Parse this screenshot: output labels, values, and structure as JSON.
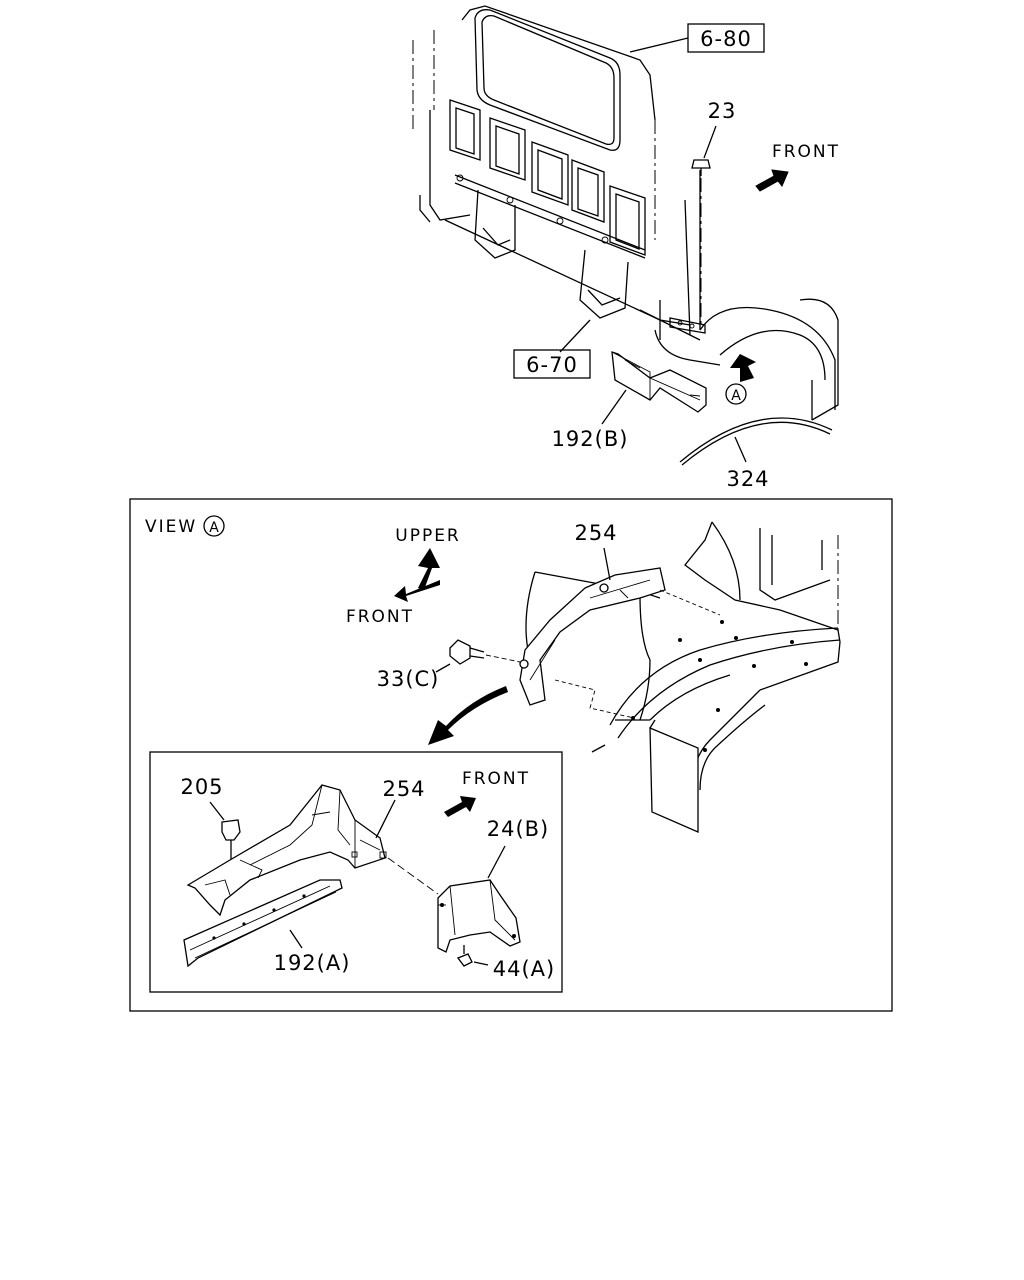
{
  "top_view": {
    "ref_6_80": "6-80",
    "ref_6_70": "6-70",
    "part_23": "23",
    "front_label": "FRONT",
    "view_marker": "A",
    "part_192b": "192(B)",
    "part_324": "324"
  },
  "view_a": {
    "title": "VIEW",
    "title_marker": "A",
    "upper_label": "UPPER",
    "front_label": "FRONT",
    "part_254": "254",
    "part_33c": "33(C)"
  },
  "detail": {
    "part_205": "205",
    "part_254": "254",
    "front_label": "FRONT",
    "part_24b": "24(B)",
    "part_192a": "192(A)",
    "part_44a": "44(A)"
  }
}
